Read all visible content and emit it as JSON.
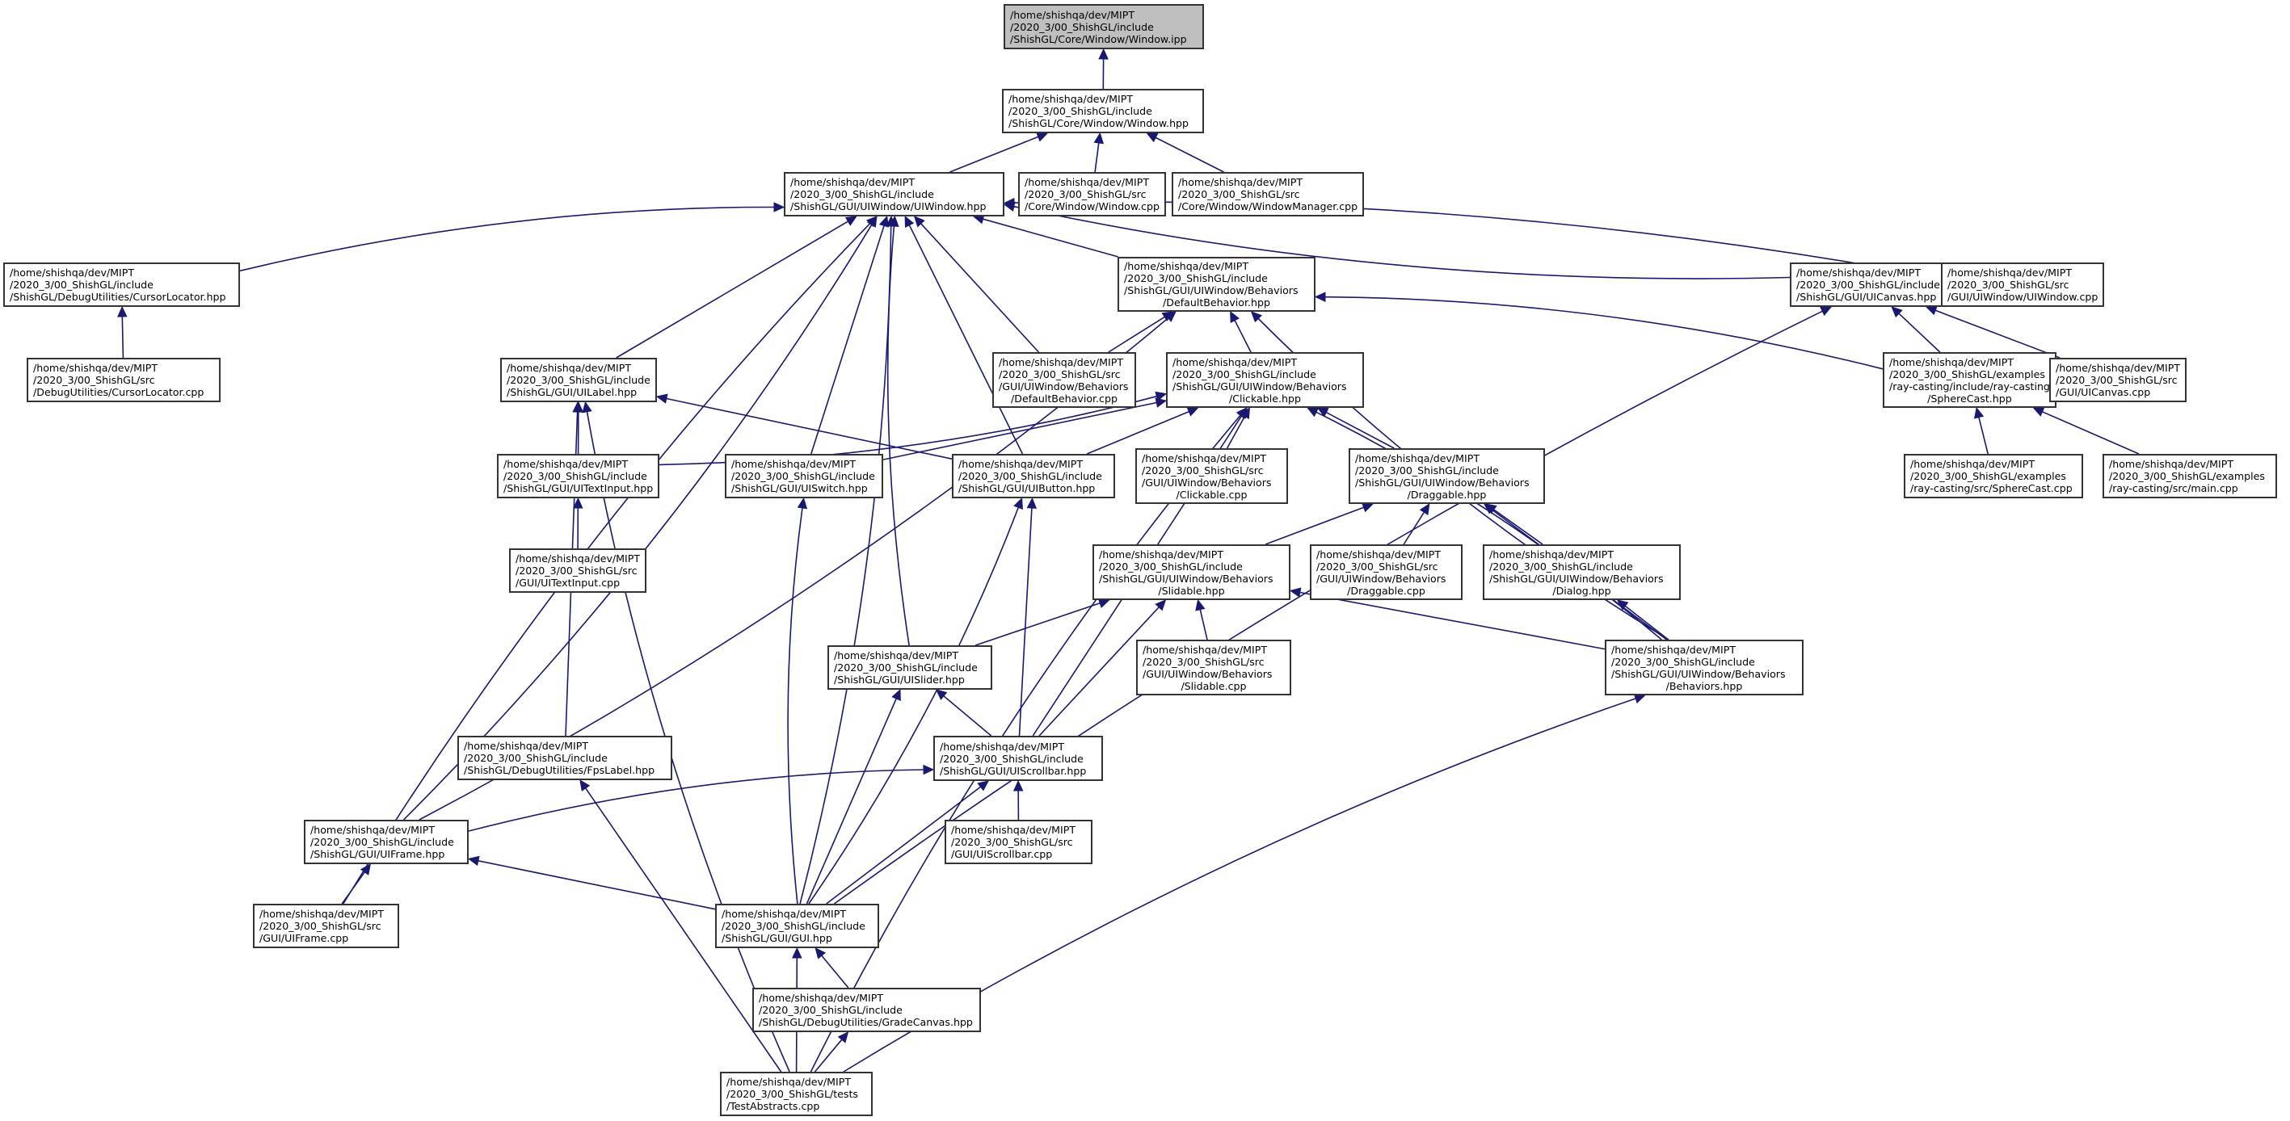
{
  "diagram": {
    "type": "include-dependency-graph",
    "root": "window_ipp",
    "nodes": [
      {
        "id": "window_ipp",
        "lines": [
          "/home/shishqa/dev/MIPT",
          "/2020_3/00_ShishGL/include",
          "/ShishGL/Core/Window/Window.ipp"
        ],
        "highlighted": true
      },
      {
        "id": "window_hpp",
        "lines": [
          "/home/shishqa/dev/MIPT",
          "/2020_3/00_ShishGL/include",
          "/ShishGL/Core/Window/Window.hpp"
        ]
      },
      {
        "id": "uiwindow_hpp",
        "lines": [
          "/home/shishqa/dev/MIPT",
          "/2020_3/00_ShishGL/include",
          "/ShishGL/GUI/UIWindow/UIWindow.hpp"
        ]
      },
      {
        "id": "window_cpp",
        "lines": [
          "/home/shishqa/dev/MIPT",
          "/2020_3/00_ShishGL/src",
          "/Core/Window/Window.cpp"
        ]
      },
      {
        "id": "windowmanager_cpp",
        "lines": [
          "/home/shishqa/dev/MIPT",
          "/2020_3/00_ShishGL/src",
          "/Core/Window/WindowManager.cpp"
        ]
      },
      {
        "id": "cursorlocator_hpp",
        "lines": [
          "/home/shishqa/dev/MIPT",
          "/2020_3/00_ShishGL/include",
          "/ShishGL/DebugUtilities/CursorLocator.hpp"
        ]
      },
      {
        "id": "cursorlocator_cpp",
        "lines": [
          "/home/shishqa/dev/MIPT",
          "/2020_3/00_ShishGL/src",
          "/DebugUtilities/CursorLocator.cpp"
        ]
      },
      {
        "id": "defaultbehavior_hpp",
        "lines": [
          "/home/shishqa/dev/MIPT",
          "/2020_3/00_ShishGL/include",
          "/ShishGL/GUI/UIWindow/Behaviors",
          "/DefaultBehavior.hpp"
        ]
      },
      {
        "id": "uicanvas_hpp",
        "lines": [
          "/home/shishqa/dev/MIPT",
          "/2020_3/00_ShishGL/include",
          "/ShishGL/GUI/UICanvas.hpp"
        ]
      },
      {
        "id": "uiwindow_cpp",
        "lines": [
          "/home/shishqa/dev/MIPT",
          "/2020_3/00_ShishGL/src",
          "/GUI/UIWindow/UIWindow.cpp"
        ]
      },
      {
        "id": "uilabel_hpp",
        "lines": [
          "/home/shishqa/dev/MIPT",
          "/2020_3/00_ShishGL/include",
          "/ShishGL/GUI/UILabel.hpp"
        ]
      },
      {
        "id": "defaultbehavior_cpp",
        "lines": [
          "/home/shishqa/dev/MIPT",
          "/2020_3/00_ShishGL/src",
          "/GUI/UIWindow/Behaviors",
          "/DefaultBehavior.cpp"
        ]
      },
      {
        "id": "clickable_hpp",
        "lines": [
          "/home/shishqa/dev/MIPT",
          "/2020_3/00_ShishGL/include",
          "/ShishGL/GUI/UIWindow/Behaviors",
          "/Clickable.hpp"
        ]
      },
      {
        "id": "spherecast_hpp",
        "lines": [
          "/home/shishqa/dev/MIPT",
          "/2020_3/00_ShishGL/examples",
          "/ray-casting/include/ray-casting",
          "/SphereCast.hpp"
        ]
      },
      {
        "id": "uicanvas_cpp",
        "lines": [
          "/home/shishqa/dev/MIPT",
          "/2020_3/00_ShishGL/src",
          "/GUI/UICanvas.cpp"
        ]
      },
      {
        "id": "uitextinput_hpp",
        "lines": [
          "/home/shishqa/dev/MIPT",
          "/2020_3/00_ShishGL/include",
          "/ShishGL/GUI/UITextInput.hpp"
        ]
      },
      {
        "id": "uiswitch_hpp",
        "lines": [
          "/home/shishqa/dev/MIPT",
          "/2020_3/00_ShishGL/include",
          "/ShishGL/GUI/UISwitch.hpp"
        ]
      },
      {
        "id": "uibutton_hpp",
        "lines": [
          "/home/shishqa/dev/MIPT",
          "/2020_3/00_ShishGL/include",
          "/ShishGL/GUI/UIButton.hpp"
        ]
      },
      {
        "id": "clickable_cpp",
        "lines": [
          "/home/shishqa/dev/MIPT",
          "/2020_3/00_ShishGL/src",
          "/GUI/UIWindow/Behaviors",
          "/Clickable.cpp"
        ]
      },
      {
        "id": "draggable_hpp",
        "lines": [
          "/home/shishqa/dev/MIPT",
          "/2020_3/00_ShishGL/include",
          "/ShishGL/GUI/UIWindow/Behaviors",
          "/Draggable.hpp"
        ]
      },
      {
        "id": "spherecast_cpp",
        "lines": [
          "/home/shishqa/dev/MIPT",
          "/2020_3/00_ShishGL/examples",
          "/ray-casting/src/SphereCast.cpp"
        ]
      },
      {
        "id": "main_cpp",
        "lines": [
          "/home/shishqa/dev/MIPT",
          "/2020_3/00_ShishGL/examples",
          "/ray-casting/src/main.cpp"
        ]
      },
      {
        "id": "uitextinput_cpp",
        "lines": [
          "/home/shishqa/dev/MIPT",
          "/2020_3/00_ShishGL/src",
          "/GUI/UITextInput.cpp"
        ]
      },
      {
        "id": "slidable_hpp",
        "lines": [
          "/home/shishqa/dev/MIPT",
          "/2020_3/00_ShishGL/include",
          "/ShishGL/GUI/UIWindow/Behaviors",
          "/Slidable.hpp"
        ]
      },
      {
        "id": "draggable_cpp",
        "lines": [
          "/home/shishqa/dev/MIPT",
          "/2020_3/00_ShishGL/src",
          "/GUI/UIWindow/Behaviors",
          "/Draggable.cpp"
        ]
      },
      {
        "id": "dialog_hpp",
        "lines": [
          "/home/shishqa/dev/MIPT",
          "/2020_3/00_ShishGL/include",
          "/ShishGL/GUI/UIWindow/Behaviors",
          "/Dialog.hpp"
        ]
      },
      {
        "id": "uislider_hpp",
        "lines": [
          "/home/shishqa/dev/MIPT",
          "/2020_3/00_ShishGL/include",
          "/ShishGL/GUI/UISlider.hpp"
        ]
      },
      {
        "id": "slidable_cpp",
        "lines": [
          "/home/shishqa/dev/MIPT",
          "/2020_3/00_ShishGL/src",
          "/GUI/UIWindow/Behaviors",
          "/Slidable.cpp"
        ]
      },
      {
        "id": "behaviors_hpp",
        "lines": [
          "/home/shishqa/dev/MIPT",
          "/2020_3/00_ShishGL/include",
          "/ShishGL/GUI/UIWindow/Behaviors",
          "/Behaviors.hpp"
        ]
      },
      {
        "id": "fpslabel_hpp",
        "lines": [
          "/home/shishqa/dev/MIPT",
          "/2020_3/00_ShishGL/include",
          "/ShishGL/DebugUtilities/FpsLabel.hpp"
        ]
      },
      {
        "id": "uiscrollbar_hpp",
        "lines": [
          "/home/shishqa/dev/MIPT",
          "/2020_3/00_ShishGL/include",
          "/ShishGL/GUI/UIScrollbar.hpp"
        ]
      },
      {
        "id": "uiframe_hpp",
        "lines": [
          "/home/shishqa/dev/MIPT",
          "/2020_3/00_ShishGL/include",
          "/ShishGL/GUI/UIFrame.hpp"
        ]
      },
      {
        "id": "uiscrollbar_cpp",
        "lines": [
          "/home/shishqa/dev/MIPT",
          "/2020_3/00_ShishGL/src",
          "/GUI/UIScrollbar.cpp"
        ]
      },
      {
        "id": "uiframe_cpp",
        "lines": [
          "/home/shishqa/dev/MIPT",
          "/2020_3/00_ShishGL/src",
          "/GUI/UIFrame.cpp"
        ]
      },
      {
        "id": "gui_hpp",
        "lines": [
          "/home/shishqa/dev/MIPT",
          "/2020_3/00_ShishGL/include",
          "/ShishGL/GUI/GUI.hpp"
        ]
      },
      {
        "id": "gradecanvas_hpp",
        "lines": [
          "/home/shishqa/dev/MIPT",
          "/2020_3/00_ShishGL/include",
          "/ShishGL/DebugUtilities/GradeCanvas.hpp"
        ]
      },
      {
        "id": "testabstracts_cpp",
        "lines": [
          "/home/shishqa/dev/MIPT",
          "/2020_3/00_ShishGL/tests",
          "/TestAbstracts.cpp"
        ]
      }
    ],
    "edges": [
      {
        "from": "window_hpp",
        "to": "window_ipp"
      },
      {
        "from": "uiwindow_hpp",
        "to": "window_hpp"
      },
      {
        "from": "window_cpp",
        "to": "window_hpp"
      },
      {
        "from": "windowmanager_cpp",
        "to": "window_hpp"
      },
      {
        "from": "cursorlocator_hpp",
        "to": "uiwindow_hpp"
      },
      {
        "from": "defaultbehavior_hpp",
        "to": "uiwindow_hpp"
      },
      {
        "from": "uicanvas_hpp",
        "to": "uiwindow_hpp"
      },
      {
        "from": "uiwindow_cpp",
        "to": "uiwindow_hpp"
      },
      {
        "from": "uilabel_hpp",
        "to": "uiwindow_hpp"
      },
      {
        "from": "defaultbehavior_cpp",
        "to": "uiwindow_hpp"
      },
      {
        "from": "uiswitch_hpp",
        "to": "uiwindow_hpp"
      },
      {
        "from": "uibutton_hpp",
        "to": "uiwindow_hpp"
      },
      {
        "from": "uislider_hpp",
        "to": "uiwindow_hpp"
      },
      {
        "from": "uiframe_hpp",
        "to": "uiwindow_hpp"
      },
      {
        "from": "uiframe_cpp",
        "to": "uiwindow_hpp"
      },
      {
        "from": "gui_hpp",
        "to": "uiwindow_hpp"
      },
      {
        "from": "cursorlocator_cpp",
        "to": "cursorlocator_hpp"
      },
      {
        "from": "defaultbehavior_cpp",
        "to": "defaultbehavior_hpp"
      },
      {
        "from": "clickable_hpp",
        "to": "defaultbehavior_hpp"
      },
      {
        "from": "spherecast_hpp",
        "to": "defaultbehavior_hpp"
      },
      {
        "from": "behaviors_hpp",
        "to": "defaultbehavior_hpp"
      },
      {
        "from": "uiframe_hpp",
        "to": "defaultbehavior_hpp"
      },
      {
        "from": "spherecast_hpp",
        "to": "uicanvas_hpp"
      },
      {
        "from": "uicanvas_cpp",
        "to": "uicanvas_hpp"
      },
      {
        "from": "gui_hpp",
        "to": "uicanvas_hpp"
      },
      {
        "from": "uitextinput_hpp",
        "to": "uilabel_hpp"
      },
      {
        "from": "uibutton_hpp",
        "to": "uilabel_hpp"
      },
      {
        "from": "fpslabel_hpp",
        "to": "uilabel_hpp"
      },
      {
        "from": "testabstracts_cpp",
        "to": "uilabel_hpp"
      },
      {
        "from": "uitextinput_hpp",
        "to": "clickable_hpp"
      },
      {
        "from": "uiswitch_hpp",
        "to": "clickable_hpp"
      },
      {
        "from": "uibutton_hpp",
        "to": "clickable_hpp"
      },
      {
        "from": "clickable_cpp",
        "to": "clickable_hpp"
      },
      {
        "from": "draggable_hpp",
        "to": "clickable_hpp"
      },
      {
        "from": "uiscrollbar_hpp",
        "to": "clickable_hpp"
      },
      {
        "from": "behaviors_hpp",
        "to": "clickable_hpp"
      },
      {
        "from": "testabstracts_cpp",
        "to": "clickable_hpp"
      },
      {
        "from": "spherecast_cpp",
        "to": "spherecast_hpp"
      },
      {
        "from": "main_cpp",
        "to": "spherecast_hpp"
      },
      {
        "from": "uitextinput_cpp",
        "to": "uitextinput_hpp"
      },
      {
        "from": "gui_hpp",
        "to": "uiswitch_hpp"
      },
      {
        "from": "gui_hpp",
        "to": "uibutton_hpp"
      },
      {
        "from": "uiscrollbar_hpp",
        "to": "uibutton_hpp"
      },
      {
        "from": "slidable_hpp",
        "to": "draggable_hpp"
      },
      {
        "from": "draggable_cpp",
        "to": "draggable_hpp"
      },
      {
        "from": "dialog_hpp",
        "to": "draggable_hpp"
      },
      {
        "from": "behaviors_hpp",
        "to": "draggable_hpp"
      },
      {
        "from": "uislider_hpp",
        "to": "slidable_hpp"
      },
      {
        "from": "slidable_cpp",
        "to": "slidable_hpp"
      },
      {
        "from": "uiscrollbar_hpp",
        "to": "slidable_hpp"
      },
      {
        "from": "behaviors_hpp",
        "to": "slidable_hpp"
      },
      {
        "from": "behaviors_hpp",
        "to": "dialog_hpp"
      },
      {
        "from": "testabstracts_cpp",
        "to": "behaviors_hpp"
      },
      {
        "from": "uiscrollbar_hpp",
        "to": "uislider_hpp"
      },
      {
        "from": "gui_hpp",
        "to": "uislider_hpp"
      },
      {
        "from": "testabstracts_cpp",
        "to": "fpslabel_hpp"
      },
      {
        "from": "uiframe_hpp",
        "to": "uiscrollbar_hpp"
      },
      {
        "from": "uiscrollbar_cpp",
        "to": "uiscrollbar_hpp"
      },
      {
        "from": "gui_hpp",
        "to": "uiscrollbar_hpp"
      },
      {
        "from": "uiframe_cpp",
        "to": "uiframe_hpp"
      },
      {
        "from": "gui_hpp",
        "to": "uiframe_hpp"
      },
      {
        "from": "gradecanvas_hpp",
        "to": "gui_hpp"
      },
      {
        "from": "testabstracts_cpp",
        "to": "gui_hpp"
      },
      {
        "from": "testabstracts_cpp",
        "to": "gradecanvas_hpp"
      }
    ],
    "colors": {
      "edge": "#191970",
      "node_border": "#333333",
      "node_fill": "#ffffff",
      "root_fill": "#bfbfbf"
    }
  }
}
